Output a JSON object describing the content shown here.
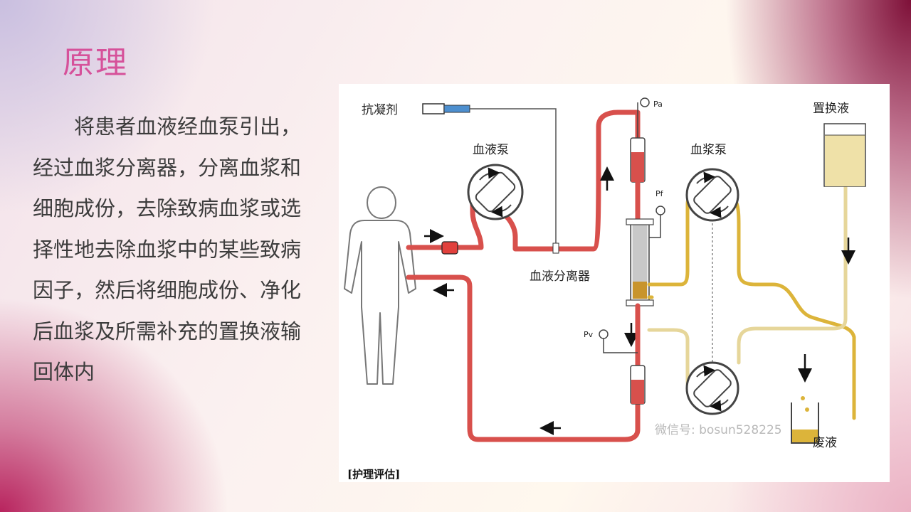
{
  "slide": {
    "title": "原理",
    "body": "将患者血液经血泵引出，经过血浆分离器，分离血浆和细胞成份，去除致病血浆或选择性地去除血浆中的某些致病因子，然后将细胞成份、净化后血浆及所需补充的置换液输回体内"
  },
  "diagram": {
    "labels": {
      "anticoagulant": "抗凝剂",
      "blood_pump": "血液泵",
      "plasma_pump": "血浆泵",
      "replacement_fluid": "置换液",
      "separator": "血液分离器",
      "waste": "废液",
      "pa": "Pa",
      "pf": "Pf",
      "pv": "Pv"
    },
    "watermark": "微信号: bosun528225",
    "caption": "[护理评估]",
    "colors": {
      "blood_line": "#d8504c",
      "plasma_line": "#dcb43a",
      "title": "#d6519a"
    }
  }
}
